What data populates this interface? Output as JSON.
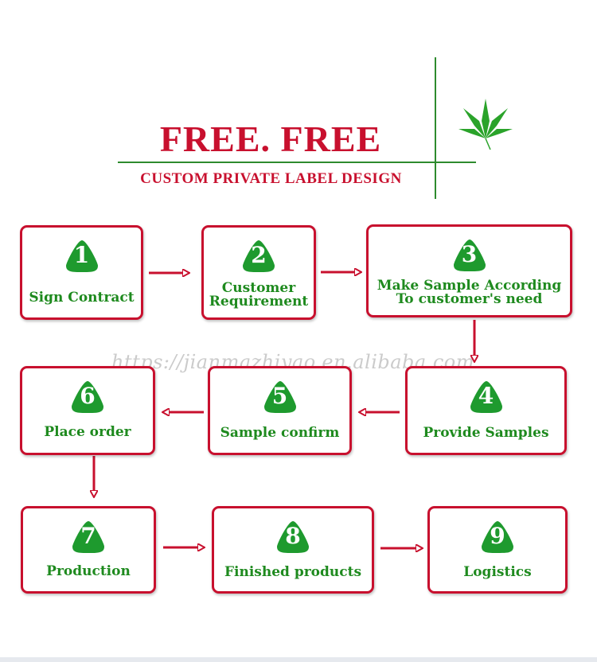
{
  "header": {
    "title": "FREE. FREE",
    "subtitle": "CUSTOM PRIVATE LABEL DESIGN",
    "leaf_icon": "cannabis-leaf-icon"
  },
  "watermark": "https://jianmazhiyao.en.alibaba.com",
  "colors": {
    "accent_red": "#c8102e",
    "green": "#1e8a1e",
    "line_green": "#2e8b2e"
  },
  "steps": [
    {
      "number": "1",
      "lines": [
        "Sign Contract"
      ]
    },
    {
      "number": "2",
      "lines": [
        "Customer",
        "Requirement"
      ]
    },
    {
      "number": "3",
      "lines": [
        "Make Sample According",
        "To customer's need"
      ]
    },
    {
      "number": "4",
      "lines": [
        "Provide Samples"
      ]
    },
    {
      "number": "5",
      "lines": [
        "Sample confirm"
      ]
    },
    {
      "number": "6",
      "lines": [
        "Place order"
      ]
    },
    {
      "number": "7",
      "lines": [
        "Production"
      ]
    },
    {
      "number": "8",
      "lines": [
        "Finished products"
      ]
    },
    {
      "number": "9",
      "lines": [
        "Logistics"
      ]
    }
  ],
  "flow": [
    {
      "from": "1",
      "to": "2"
    },
    {
      "from": "2",
      "to": "3"
    },
    {
      "from": "3",
      "to": "4"
    },
    {
      "from": "4",
      "to": "5"
    },
    {
      "from": "5",
      "to": "6"
    },
    {
      "from": "6",
      "to": "7"
    },
    {
      "from": "7",
      "to": "8"
    },
    {
      "from": "8",
      "to": "9"
    }
  ]
}
